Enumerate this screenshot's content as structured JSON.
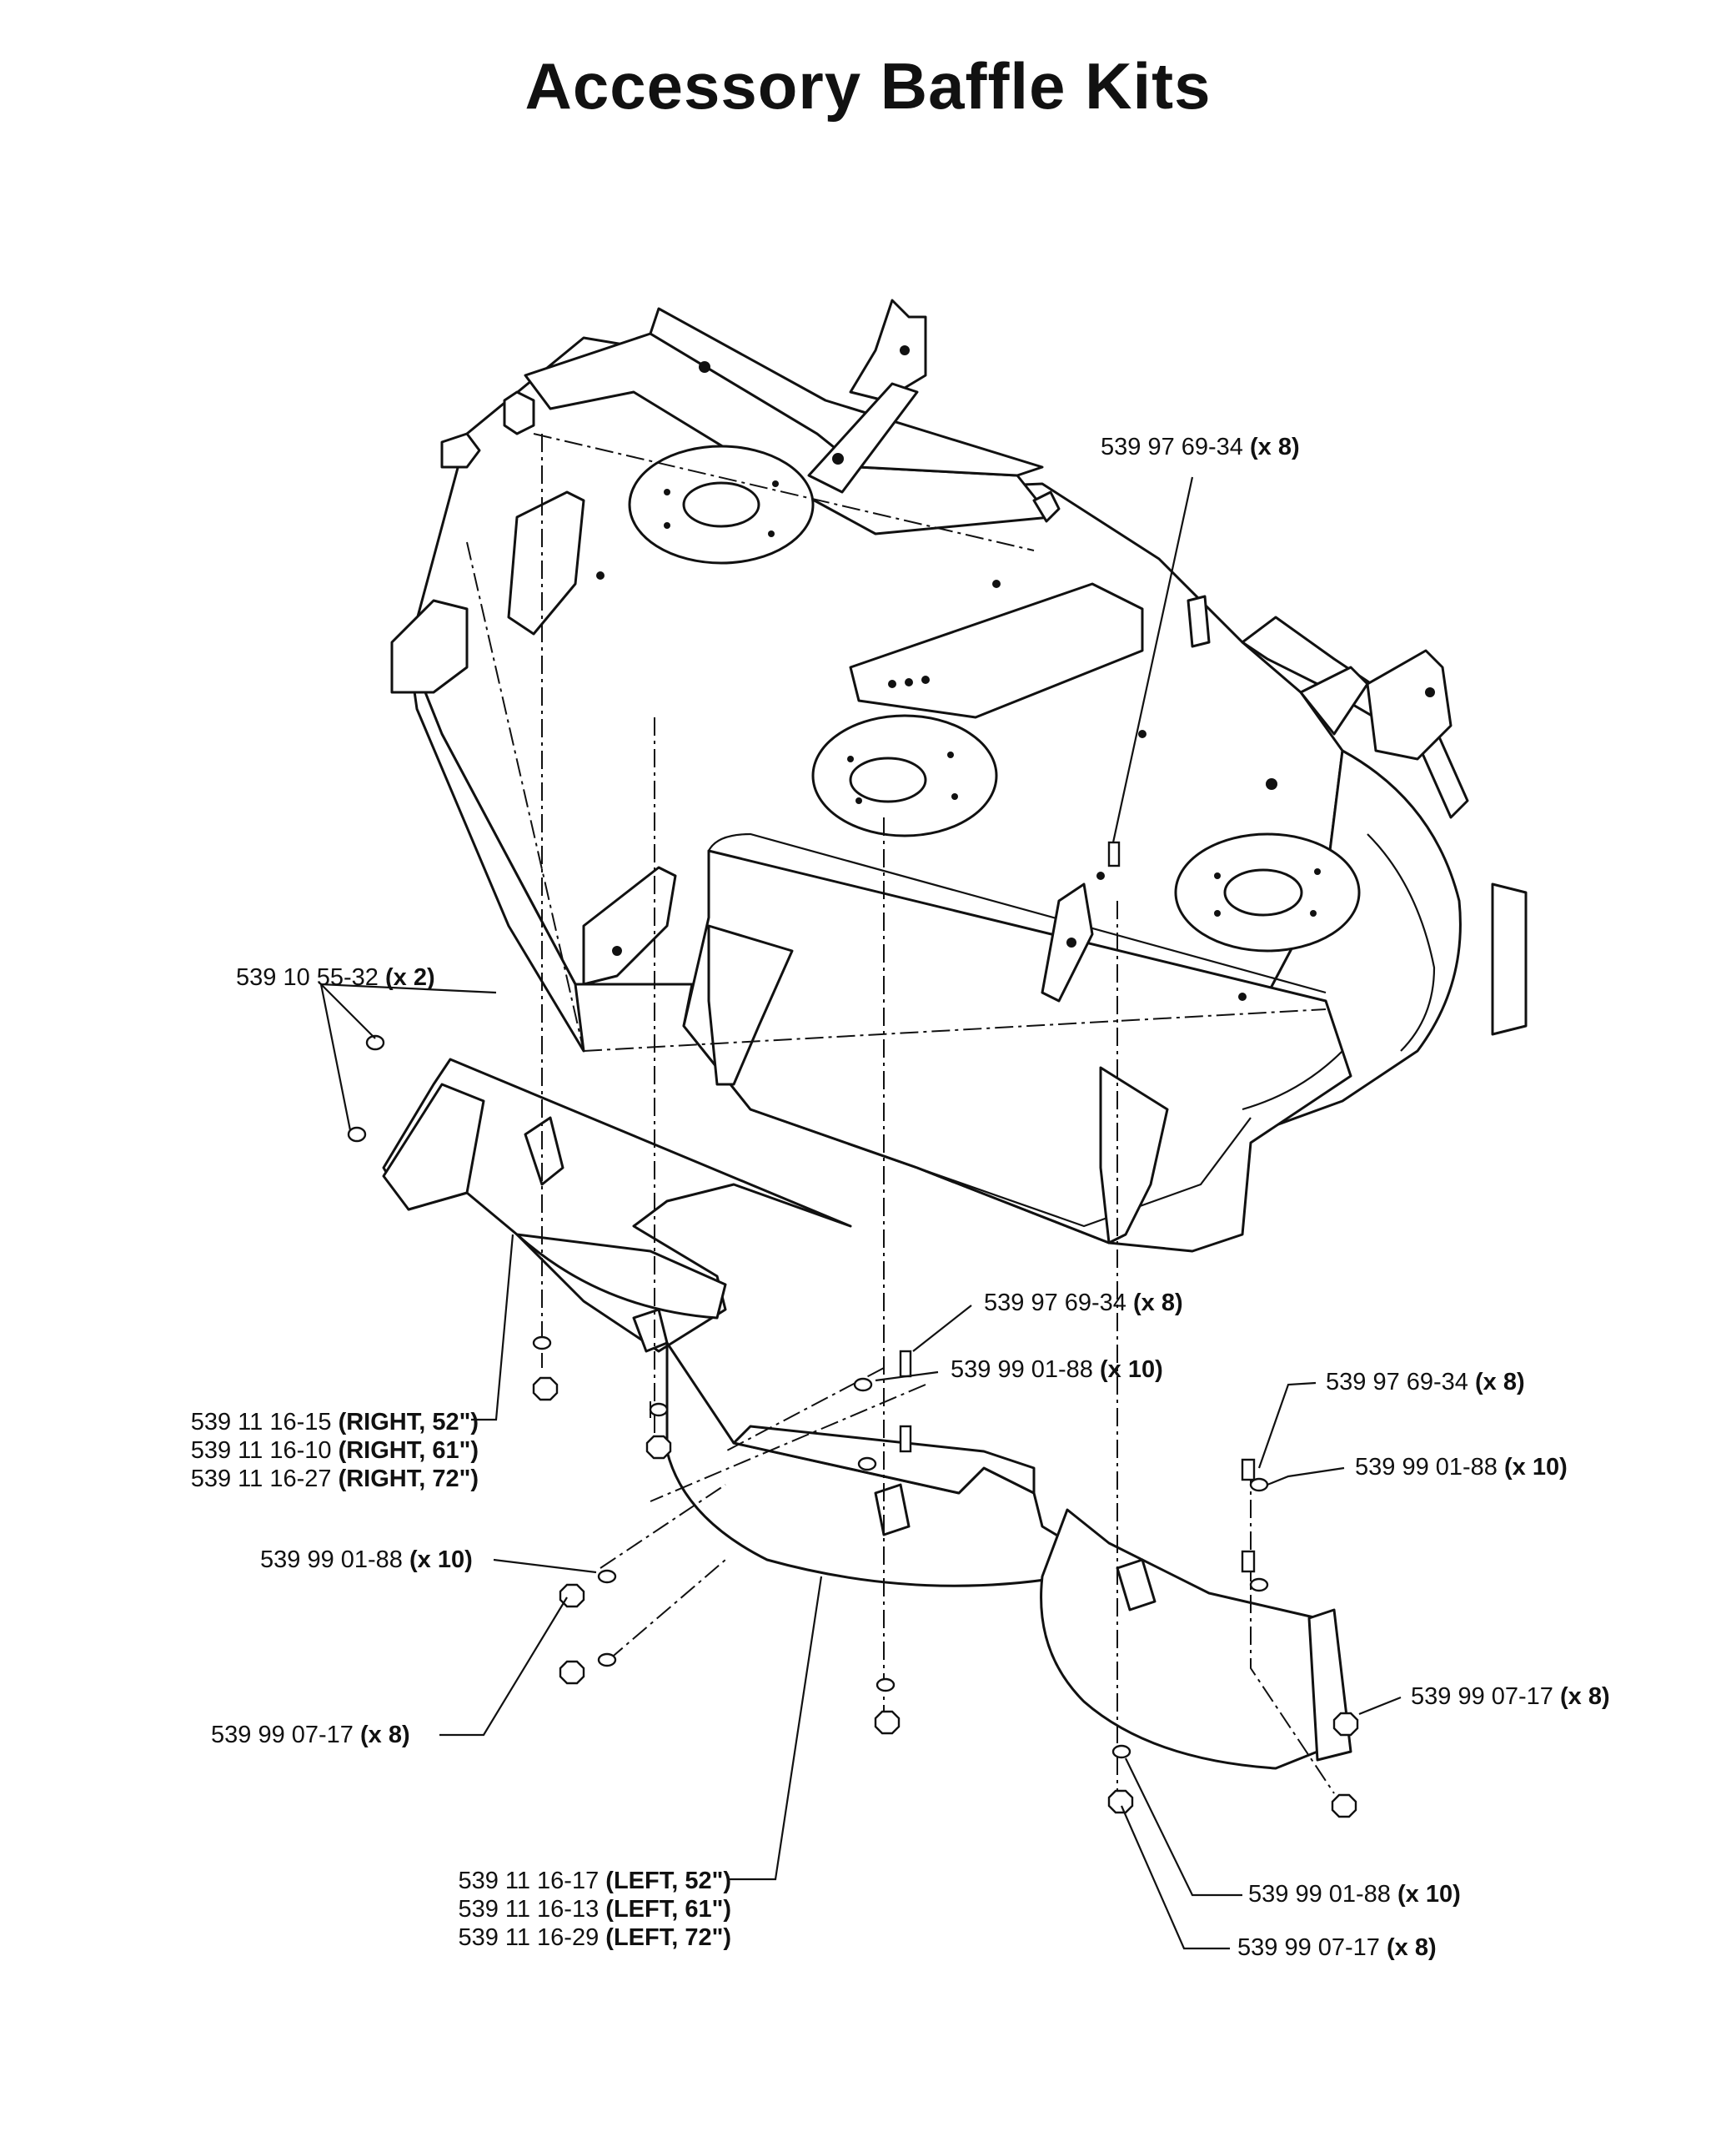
{
  "title": "Accessory Baffle Kits",
  "callouts": {
    "bolt_top": {
      "part": "539 97 69-34",
      "qty": "(x 8)"
    },
    "bolt_mid": {
      "part": "539 97 69-34",
      "qty": "(x 8)"
    },
    "bolt_right": {
      "part": "539 97 69-34",
      "qty": "(x 8)"
    },
    "bracket": {
      "part": "539 10 55-32",
      "qty": "(x 2)"
    },
    "washer_mid": {
      "part": "539 99 01-88",
      "qty": "(x 10)"
    },
    "washer_right": {
      "part": "539 99 01-88",
      "qty": "(x 10)"
    },
    "washer_left": {
      "part": "539 99 01-88",
      "qty": "(x 10)"
    },
    "washer_bottom": {
      "part": "539 99 01-88",
      "qty": "(x 10)"
    },
    "nut_left": {
      "part": "539 99 07-17",
      "qty": "(x 8)"
    },
    "nut_right": {
      "part": "539 99 07-17",
      "qty": "(x 8)"
    },
    "nut_bottom": {
      "part": "539 99 07-17",
      "qty": "(x 8)"
    }
  },
  "right_baffle": [
    {
      "part": "539 11 16-15",
      "spec": "(RIGHT, 52\")"
    },
    {
      "part": "539 11 16-10",
      "spec": "(RIGHT, 61\")"
    },
    {
      "part": "539 11 16-27",
      "spec": "(RIGHT, 72\")"
    }
  ],
  "left_baffle": [
    {
      "part": "539 11 16-17",
      "spec": "(LEFT, 52\")"
    },
    {
      "part": "539 11 16-13",
      "spec": "(LEFT, 61\")"
    },
    {
      "part": "539 11 16-29",
      "spec": "(LEFT, 72\")"
    }
  ]
}
